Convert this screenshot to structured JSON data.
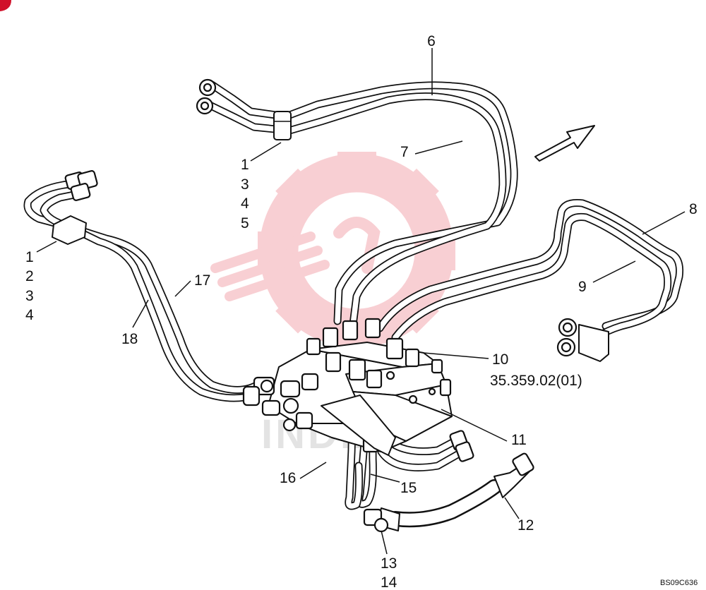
{
  "corner_badge": {
    "color": "#d0102a"
  },
  "watermark": {
    "color": "#f3a0a8",
    "text": "INDEX"
  },
  "labels": {
    "l6": "6",
    "l7": "7",
    "l8": "8",
    "l9": "9",
    "l10": "10",
    "l10_ref": "35.359.02(01)",
    "l11": "11",
    "l12": "12",
    "l13": "13",
    "l14": "14",
    "l15": "15",
    "l16": "16",
    "l17": "17",
    "l18": "18",
    "top_group": [
      "1",
      "3",
      "4",
      "5"
    ],
    "left_group": [
      "1",
      "2",
      "3",
      "4"
    ]
  },
  "drawing_code": "BS09C636"
}
